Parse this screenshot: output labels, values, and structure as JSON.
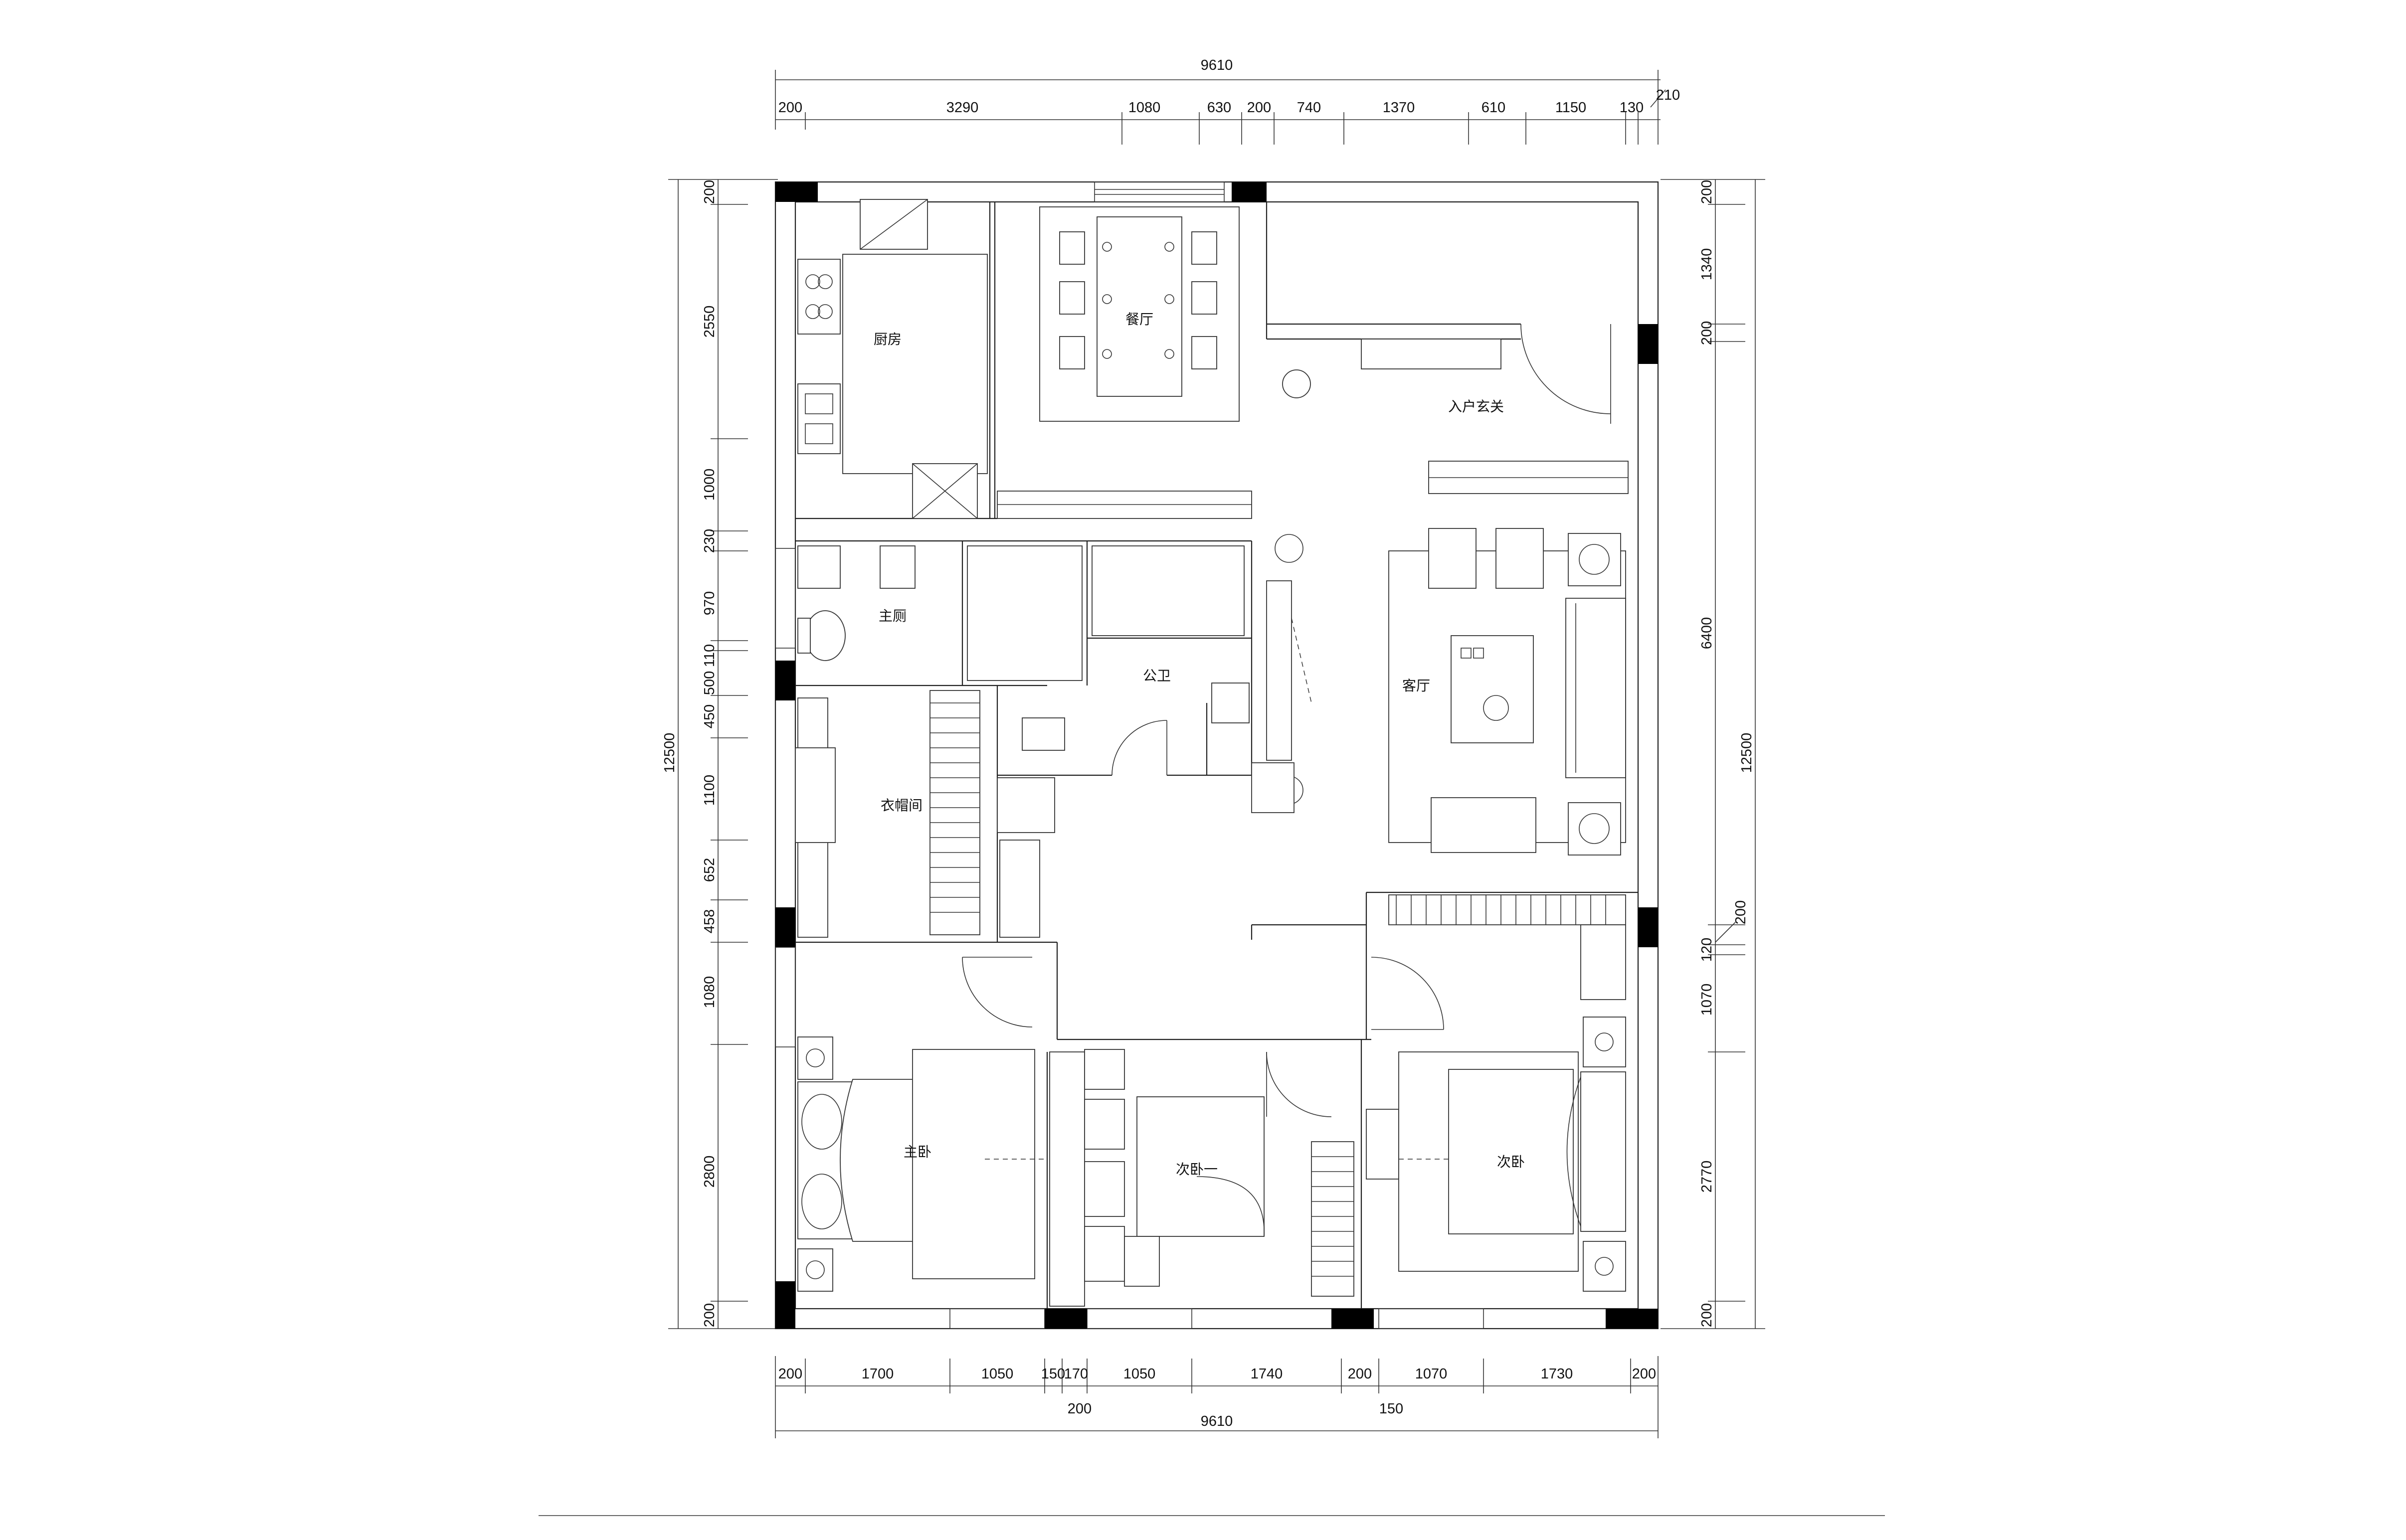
{
  "rooms": {
    "kitchen": "厨房",
    "dining": "餐厅",
    "entrance": "入户玄关",
    "master_bath": "主厕",
    "public_bath": "公卫",
    "living": "客厅",
    "cloakroom": "衣帽间",
    "master_bedroom": "主卧",
    "second_bedroom_1": "次卧一",
    "second_bedroom": "次卧"
  },
  "dimensions": {
    "top_total": "9610",
    "top": [
      "200",
      "3290",
      "1080",
      "630",
      "200",
      "740",
      "1370",
      "610",
      "1150",
      "130",
      "210"
    ],
    "bottom": [
      "200",
      "1700",
      "1050",
      "150",
      "170",
      "1050",
      "1740",
      "200",
      "1070",
      "1730",
      "200"
    ],
    "bottom_extra": [
      "200",
      "150"
    ],
    "bottom_total": "9610",
    "left": [
      "200",
      "2550",
      "1000",
      "230",
      "970",
      "110",
      "500",
      "450",
      "1100",
      "652",
      "458",
      "1080",
      "2800",
      "200"
    ],
    "left_total": "12500",
    "right": [
      "200",
      "1340",
      "200",
      "6400",
      "200",
      "120",
      "1070",
      "2770",
      "200"
    ],
    "right_total": "12500"
  },
  "colors": {
    "line": "#222222",
    "column": "#000000",
    "background": "#ffffff"
  }
}
